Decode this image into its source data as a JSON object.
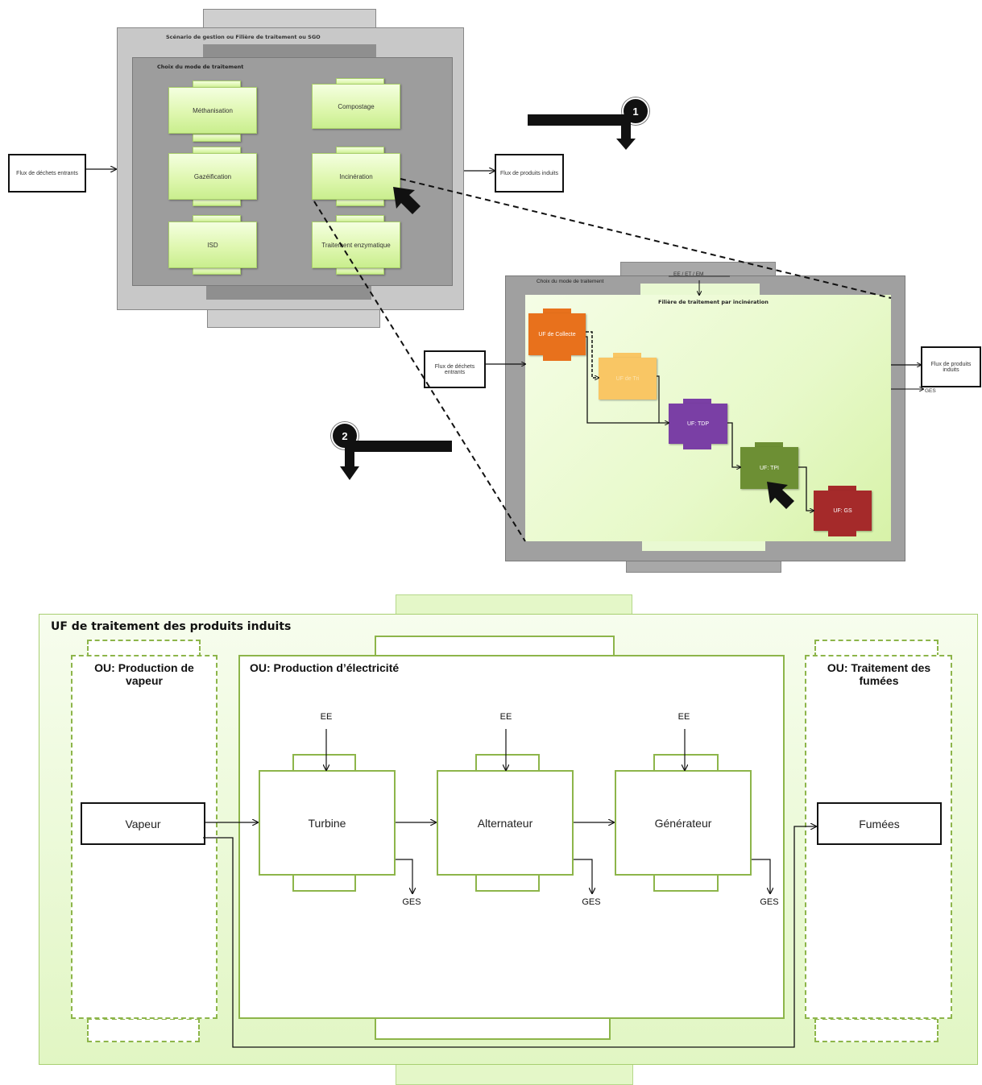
{
  "top": {
    "scenario_title": "Scénario de gestion ou  Filière de traitement ou SGO",
    "choice_title": "Choix du mode de traitement",
    "modules": [
      "Méthanisation",
      "Compostage",
      "Gazéification",
      "Incinération",
      "ISD",
      "Traitement enzymatique"
    ],
    "input_label": "Flux de déchets entrants",
    "output_label": "Flux de produits induits",
    "step_number": "1"
  },
  "middle": {
    "choice_title": "Choix du  mode de traitement",
    "ee_label": "EE / ET / EM",
    "filiere_title": "Filière de traitement par incinération",
    "input_label": "Flux de déchets entrants",
    "output_label": "Flux de produits induits",
    "ges_label": "GES",
    "ufs": [
      {
        "label": "UF de Collecte",
        "color": "#e8711c"
      },
      {
        "label": "UF de Tri",
        "color": "#f9c664"
      },
      {
        "label": "UF: TDP",
        "color": "#7a3fa5"
      },
      {
        "label": "UF: TPI",
        "color": "#6d8f34"
      },
      {
        "label": "UF: GS",
        "color": "#a52a2a"
      }
    ],
    "step_number": "2"
  },
  "bottom": {
    "title": "UF de traitement des produits induits",
    "ou_left_title": "OU: Production de vapeur",
    "ou_center_title": "OU: Production d’électricité",
    "ou_right_title": "OU: Traitement des fumées",
    "vapeur": "Vapeur",
    "fumees": "Fumées",
    "components": [
      "Turbine",
      "Alternateur",
      "Générateur"
    ],
    "ee": "EE",
    "ges": "GES"
  },
  "colors": {
    "grey_outer": "#bdbdbd",
    "grey_inner": "#9e9e9e",
    "green_border": "#8db54a",
    "green_light": "#eefadc"
  }
}
